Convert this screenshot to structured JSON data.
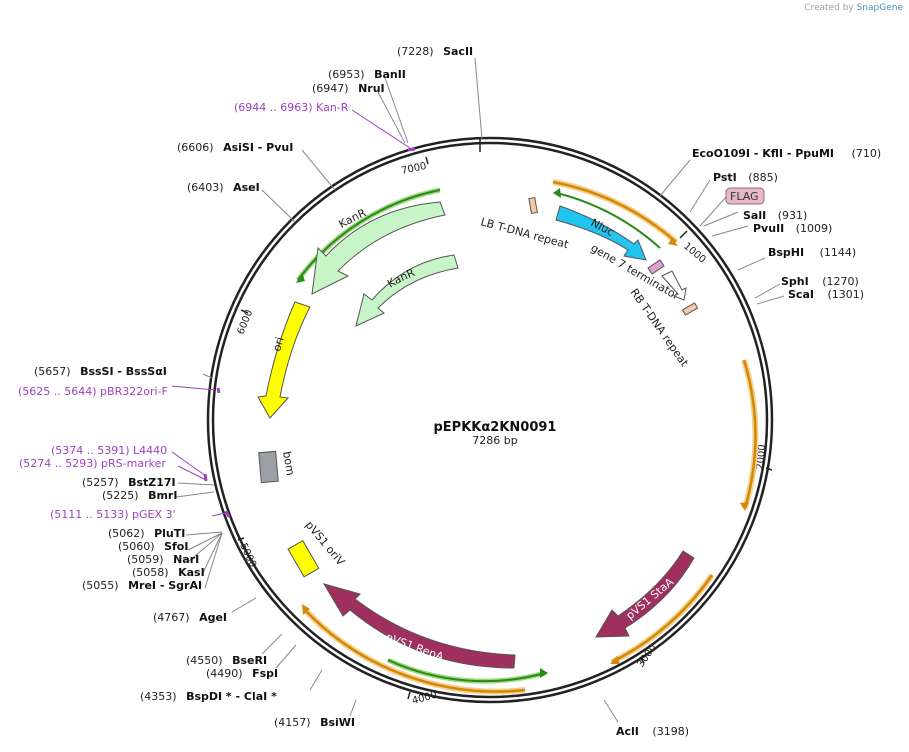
{
  "credit": {
    "prefix": "Created by",
    "brand": "SnapGene"
  },
  "plasmid": {
    "name": "pEPKKα2KN0091",
    "length": "7286 bp"
  },
  "ticks": [
    "1000",
    "2000",
    "3000",
    "4000",
    "5000",
    "6000",
    "7000"
  ],
  "enzymes": [
    {
      "pos": "(7228)",
      "name": "SacII"
    },
    {
      "pos": "(6953)",
      "name": "BanII"
    },
    {
      "pos": "(6947)",
      "name": "NruI"
    },
    {
      "pos": "(6606)",
      "name": "AsiSI   - PvuI"
    },
    {
      "pos": "(6403)",
      "name": "AseI"
    },
    {
      "pos": "(5657)",
      "name": "BssSI   - BssSαI"
    },
    {
      "pos": "(5257)",
      "name": "BstZ17I"
    },
    {
      "pos": "(5225)",
      "name": "BmrI"
    },
    {
      "pos": "(5062)",
      "name": "PluTI"
    },
    {
      "pos": "(5060)",
      "name": "SfoI"
    },
    {
      "pos": "(5059)",
      "name": "NarI"
    },
    {
      "pos": "(5058)",
      "name": "KasI"
    },
    {
      "pos": "(5055)",
      "name": "MreI   - SgrAI"
    },
    {
      "pos": "(4767)",
      "name": "AgeI"
    },
    {
      "pos": "(4550)",
      "name": "BseRI"
    },
    {
      "pos": "(4490)",
      "name": "FspI"
    },
    {
      "pos": "(4353)",
      "name": "BspDI *  - ClaI *"
    },
    {
      "pos": "(4157)",
      "name": "BsiWI"
    },
    {
      "pos": "(710)",
      "name": "EcoO109I   - KflI   - PpuMI"
    },
    {
      "pos": "(885)",
      "name": "PstI"
    },
    {
      "pos": "(931)",
      "name": "SalI"
    },
    {
      "pos": "(1009)",
      "name": "PvuII"
    },
    {
      "pos": "(1144)",
      "name": "BspHI"
    },
    {
      "pos": "(1270)",
      "name": "SphI"
    },
    {
      "pos": "(1301)",
      "name": "ScaI"
    },
    {
      "pos": "(3198)",
      "name": "AclI"
    }
  ],
  "primers": [
    {
      "text": "(6944 .. 6963)  Kan-R"
    },
    {
      "text": "(5625 .. 5644)  pBR322ori-F"
    },
    {
      "text": "(5374 .. 5391)  L4440"
    },
    {
      "text": "(5274 .. 5293)  pRS-marker"
    },
    {
      "text": "(5111 .. 5133)  pGEX 3'"
    }
  ],
  "features": {
    "flag": "FLAG",
    "nluc": "Nluc",
    "kanr_outer": "KanR",
    "kanr_inner": "KanR",
    "ori": "ori",
    "bom": "bom",
    "pvs1_oriv": "pVS1 oriV",
    "pvs1_repa": "pVS1 RepA",
    "pvs1_staa": "pVS1 StaA",
    "lb": "LB T-DNA repeat",
    "gene7": "gene 7 terminator",
    "rb": "RB T-DNA repeat"
  },
  "colors": {
    "backbone": "#222222",
    "kanr": "#c8f5c8",
    "ori": "#ffff00",
    "repa": "#9e2f5f",
    "nluc": "#22c4f0",
    "bom": "#9aa0a6",
    "orange_line": "#d4880a",
    "green_line": "#2a8a1a",
    "primer": "#a040c0"
  }
}
